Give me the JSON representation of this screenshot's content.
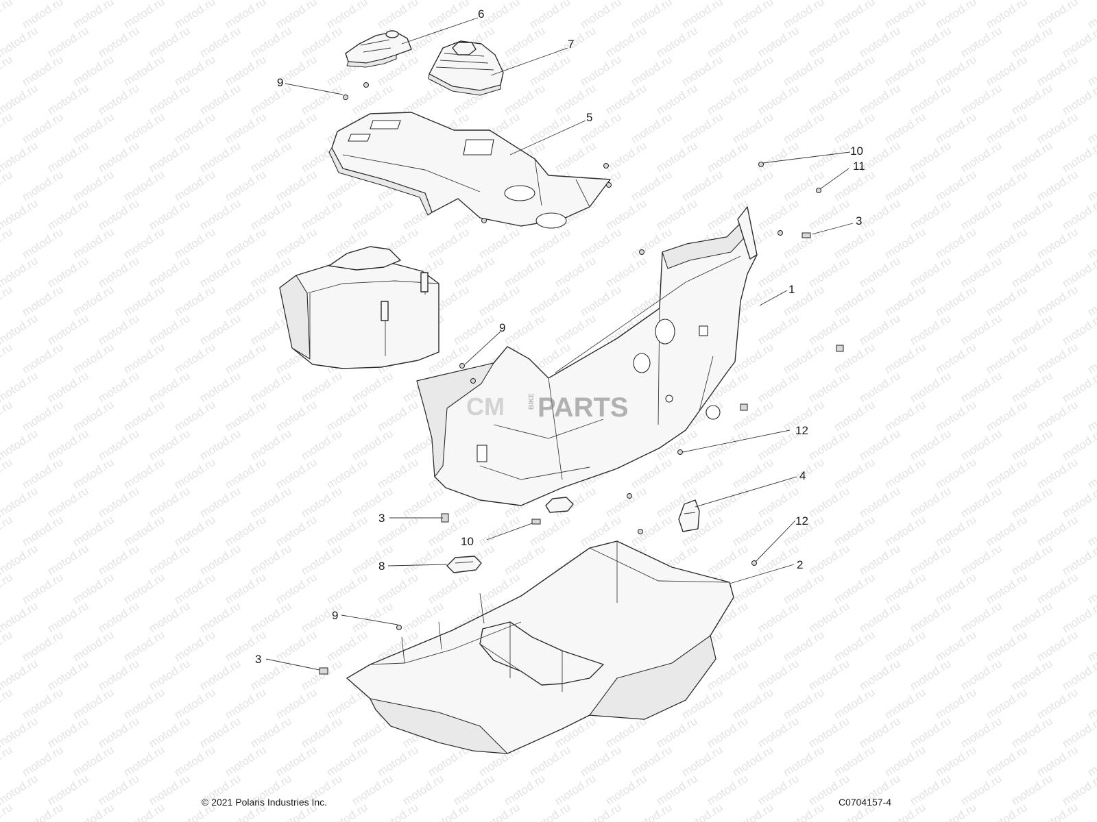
{
  "diagram": {
    "callouts": [
      "6",
      "7",
      "9",
      "5",
      "10",
      "11",
      "3",
      "1",
      "9",
      "12",
      "4",
      "3",
      "10",
      "12",
      "8",
      "2",
      "9",
      "3"
    ],
    "watermark_text": "motod.ru",
    "logo": {
      "part_a": "CM",
      "part_b": "BIKE",
      "part_c": "PARTS"
    }
  },
  "footer": {
    "copyright": "© 2021 Polaris Industries Inc.",
    "figure_id": "C0704157-4"
  }
}
